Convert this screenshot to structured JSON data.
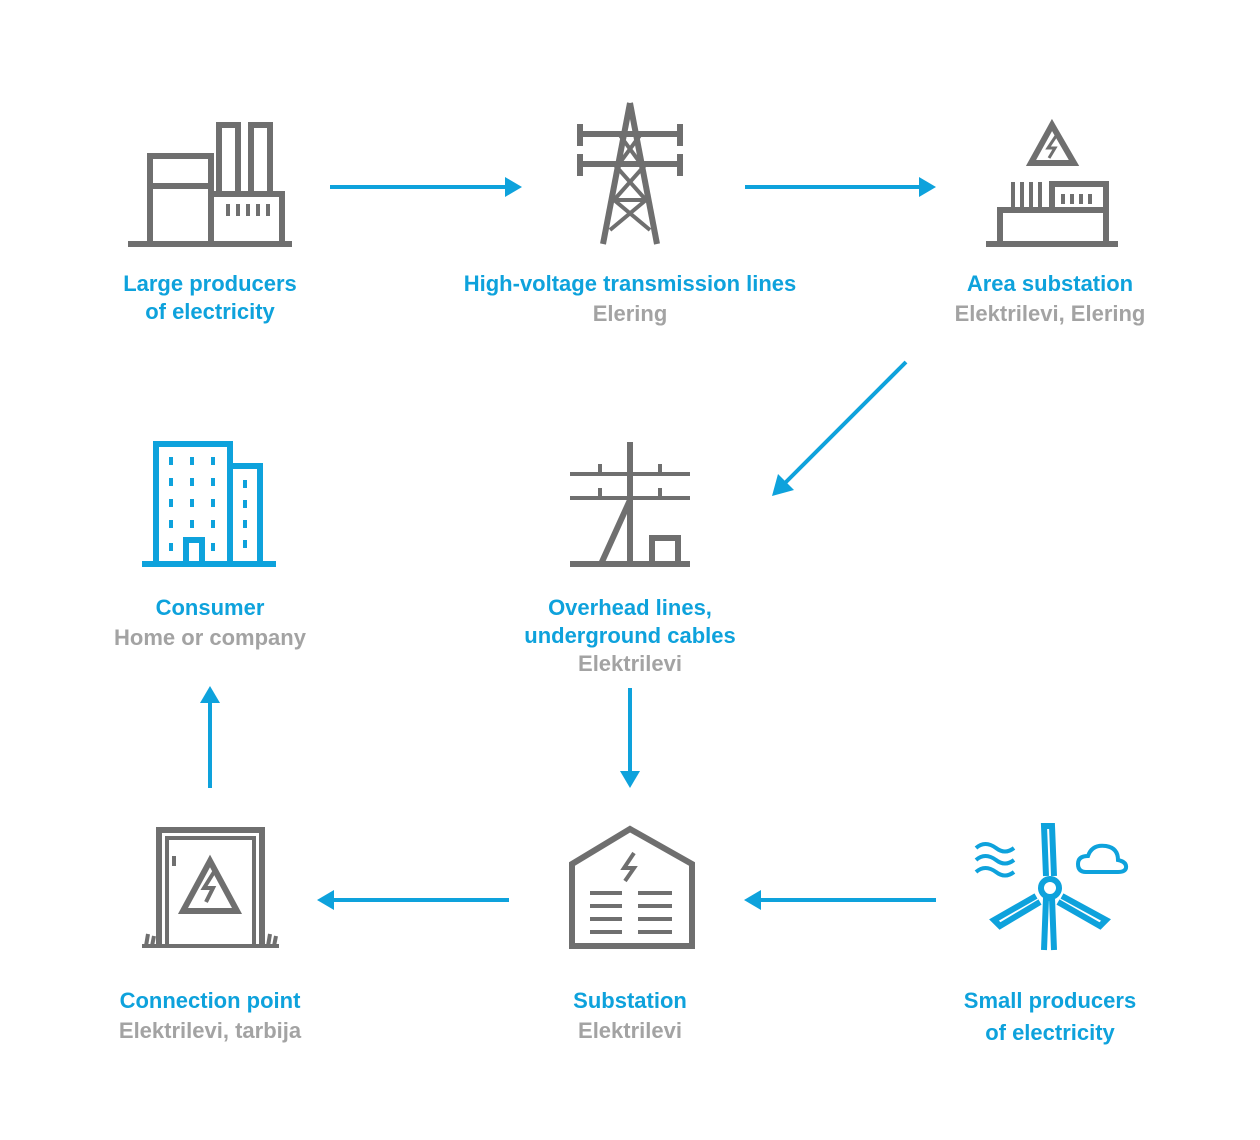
{
  "colors": {
    "accent": "#0ea2dc",
    "icon_gray": "#6f6f6f",
    "subtitle_gray": "#a3a3a3"
  },
  "nodes": {
    "large_producers": {
      "title_line1": "Large producers",
      "title_line2": "of electricity",
      "icon": "power-plant-icon"
    },
    "transmission": {
      "title": "High-voltage transmission lines",
      "subtitle": "Elering",
      "icon": "transmission-tower-icon"
    },
    "area_substation": {
      "title": "Area substation",
      "subtitle": "Elektrilevi, Elering",
      "icon": "area-substation-icon"
    },
    "overhead": {
      "title_line1": "Overhead lines,",
      "title_line2": "underground cables",
      "subtitle": "Elektrilevi",
      "icon": "utility-pole-icon"
    },
    "consumer": {
      "title": "Consumer",
      "subtitle": "Home or company",
      "icon": "building-icon"
    },
    "substation": {
      "title": "Substation",
      "subtitle": "Elektrilevi",
      "icon": "substation-icon"
    },
    "connection": {
      "title": "Connection point",
      "subtitle": "Elektrilevi, tarbija",
      "icon": "connection-cabinet-icon"
    },
    "small_producers": {
      "title_line1": "Small producers",
      "title_line2": "of electricity",
      "icon": "wind-turbine-icon"
    }
  },
  "flows": [
    {
      "from": "large_producers",
      "to": "transmission"
    },
    {
      "from": "transmission",
      "to": "area_substation"
    },
    {
      "from": "area_substation",
      "to": "overhead"
    },
    {
      "from": "overhead",
      "to": "substation"
    },
    {
      "from": "small_producers",
      "to": "substation"
    },
    {
      "from": "substation",
      "to": "connection"
    },
    {
      "from": "connection",
      "to": "consumer"
    }
  ]
}
